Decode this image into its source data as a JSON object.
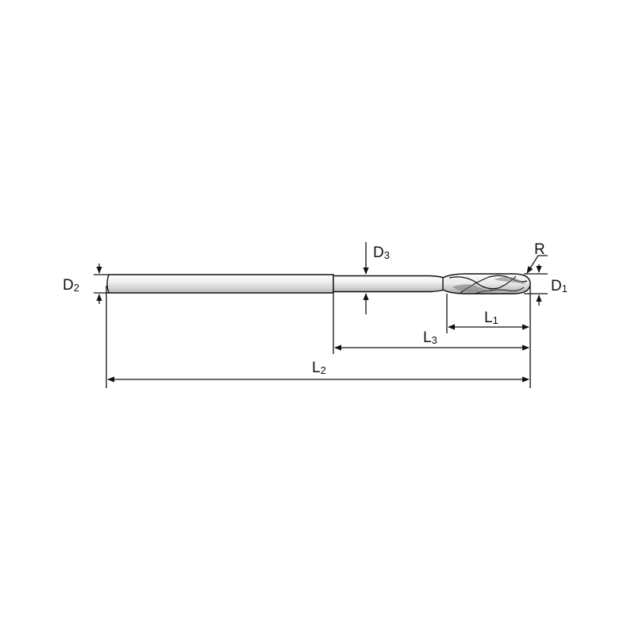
{
  "diagram": {
    "labels": {
      "d1": {
        "main": "D",
        "sub": "1"
      },
      "d2": {
        "main": "D",
        "sub": "2"
      },
      "d3": {
        "main": "D",
        "sub": "3"
      },
      "l1": {
        "main": "L",
        "sub": "1"
      },
      "l2": {
        "main": "L",
        "sub": "2"
      },
      "l3": {
        "main": "L",
        "sub": "3"
      },
      "r": "R"
    },
    "colors": {
      "line": "#111111",
      "shank_shade": "#d6d6d6",
      "background": "#ffffff"
    }
  }
}
